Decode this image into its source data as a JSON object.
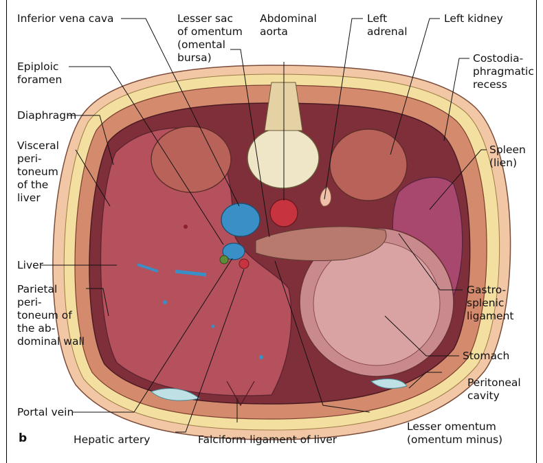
{
  "figure": {
    "panel_letter": "b",
    "labels": {
      "inferior_vena_cava": "Inferior vena cava",
      "lesser_sac": "Lesser sac\nof omentum\n(omental\nbursa)",
      "abdominal_aorta": "Abdominal\naorta",
      "left_adrenal": "Left\nadrenal",
      "left_kidney": "Left kidney",
      "epiploic_foramen": "Epiploic\nforamen",
      "costodiaphragmatic_recess": "Costodia-\nphragmatic\nrecess",
      "diaphragm": "Diaphragm",
      "visceral_peritoneum": "Visceral\nperi-\ntoneum\nof the\nliver",
      "spleen": "Spleen\n(lien)",
      "liver": "Liver",
      "parietal_peritoneum": "Parietal\nperi-\ntoneum of\nthe ab-\ndominal wall",
      "gastrosplenic_ligament": "Gastro-\nsplenic\nligament",
      "stomach": "Stomach",
      "peritoneal_cavity": "Peritoneal\ncavity",
      "portal_vein": "Portal vein",
      "hepatic_artery": "Hepatic artery",
      "falciform_ligament": "Falciform ligament of liver",
      "lesser_omentum": "Lesser omentum\n(omentum minus)"
    },
    "colors": {
      "liver": "#b5505d",
      "stomach": "#c98a8d",
      "spleen": "#a8486e",
      "vena_cava": "#3a8fc7",
      "aorta": "#c7333e",
      "fat": "#f3dfa0",
      "muscle": "#d48a6c",
      "skin": "#f1c7a5"
    }
  }
}
